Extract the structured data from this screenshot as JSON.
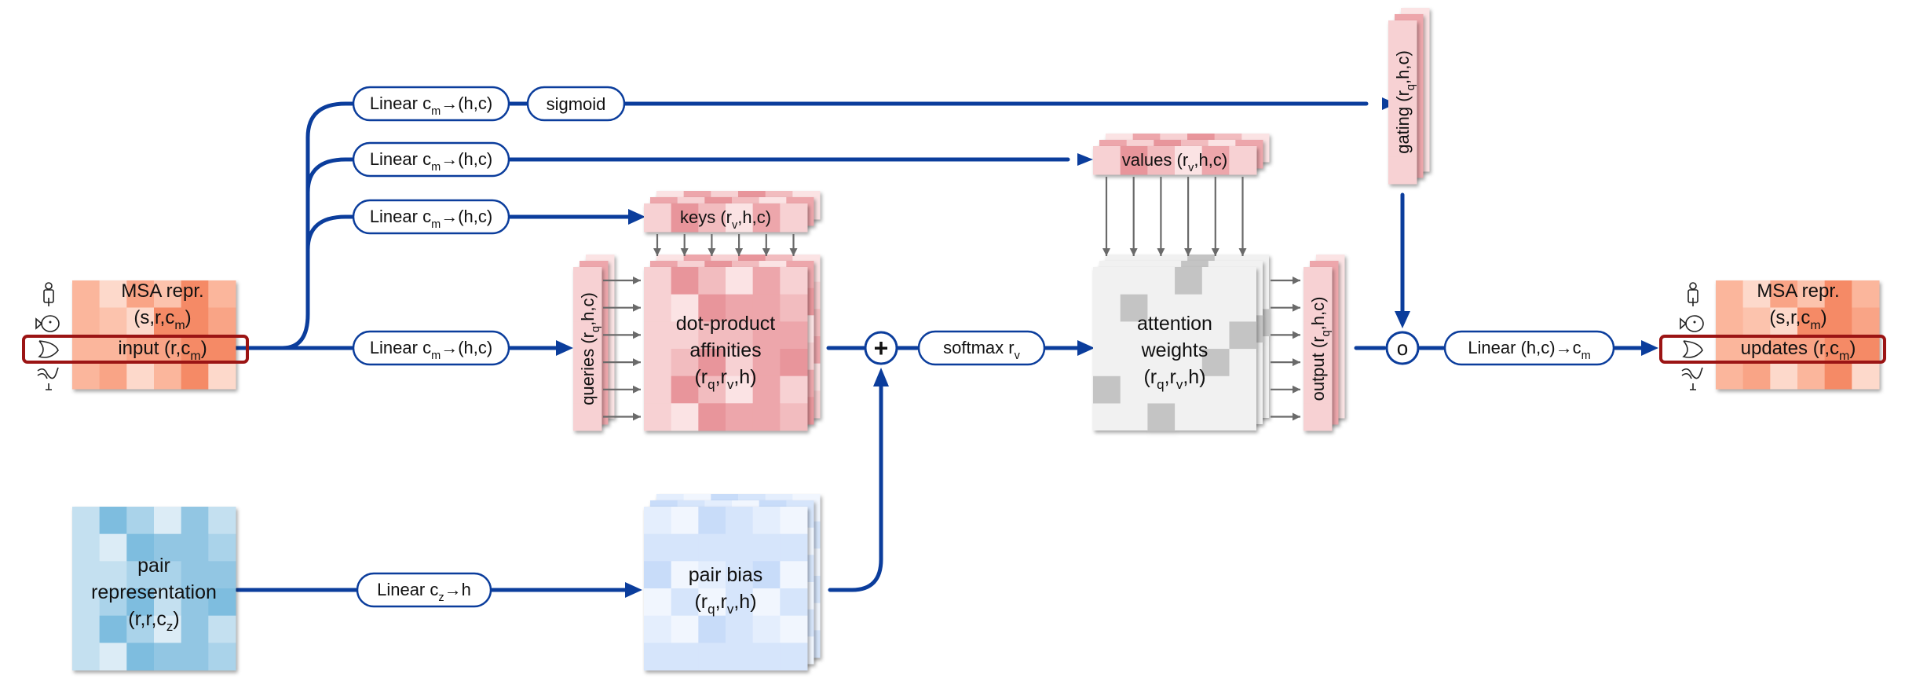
{
  "title": "MSA row-wise gated self-attention with pair bias",
  "colors": {
    "flow": "#0b3d9c",
    "highlight": "#9b1414",
    "msa_cells": [
      "#fdd9cb",
      "#fcc3ad",
      "#fbb69c",
      "#f9a486",
      "#f58a66"
    ],
    "qkv_cells": [
      "#fbe3e4",
      "#f7d1d3",
      "#f2bcbf",
      "#eda6ab",
      "#e8959b"
    ],
    "attn_bg": "#f1f1f1",
    "attn_dark": "#c4c4c4",
    "pair_cells": [
      "#dcecf6",
      "#c4e0f0",
      "#aad3ea",
      "#92c6e3",
      "#7ebddf"
    ],
    "bias_cells": [
      "#f1f6fe",
      "#e4eefd",
      "#d6e5fb",
      "#c8dcf9"
    ]
  },
  "input": {
    "title": "MSA repr.",
    "shape": "(s,r,c",
    "shape_sub": "m",
    "shape_end": ")",
    "row_label": "input (r,c",
    "row_sub": "m",
    "row_end": ")",
    "species_icons": [
      "human-icon",
      "fish-icon",
      "rabbit-icon",
      "rooster-icon"
    ]
  },
  "linears": {
    "gate": {
      "text": "Linear c",
      "sub": "m",
      "rest": "→(h,c)"
    },
    "values": {
      "text": "Linear c",
      "sub": "m",
      "rest": "→(h,c)"
    },
    "keys": {
      "text": "Linear c",
      "sub": "m",
      "rest": "→(h,c)"
    },
    "queries": {
      "text": "Linear c",
      "sub": "m",
      "rest": "→(h,c)"
    },
    "pair": {
      "text": "Linear c",
      "sub": "z",
      "rest": "→h"
    },
    "out": {
      "text": "Linear (h,c)→c",
      "sub": "m",
      "rest": ""
    }
  },
  "sigmoid": "sigmoid",
  "softmax": {
    "text": "softmax r",
    "sub": "v"
  },
  "plus_symbol": "+",
  "gate_op_symbol": "o",
  "keys": {
    "text": "keys (r",
    "sub": "v",
    "rest": ",h,c)"
  },
  "values": {
    "text": "values (r",
    "sub": "v",
    "rest": ",h,c)"
  },
  "queries": {
    "text": "queries (r",
    "sub": "q",
    "rest": ",h,c)"
  },
  "gating": {
    "text": "gating (r",
    "sub": "q",
    "rest": ",h,c)"
  },
  "output": {
    "text": "output (r",
    "sub": "q",
    "rest": ",h,c)"
  },
  "affinities": {
    "line1": "dot-product",
    "line2": "affinities",
    "line3": "(r",
    "sub1": "q",
    "mid": ",r",
    "sub2": "v",
    "end": ",h)"
  },
  "attention": {
    "line1": "attention",
    "line2": "weights",
    "line3": "(r",
    "sub1": "q",
    "mid": ",r",
    "sub2": "v",
    "end": ",h)"
  },
  "pair": {
    "line1": "pair",
    "line2": "representation",
    "line3": "(r,r,c",
    "sub": "z",
    "end": ")"
  },
  "pair_bias": {
    "line1": "pair bias",
    "line3": "(r",
    "sub1": "q",
    "mid": ",r",
    "sub2": "v",
    "end": ",h)"
  },
  "result": {
    "title": "MSA repr.",
    "shape": "(s,r,c",
    "shape_sub": "m",
    "shape_end": ")",
    "row_label": "updates (r,c",
    "row_sub": "m",
    "row_end": ")"
  }
}
